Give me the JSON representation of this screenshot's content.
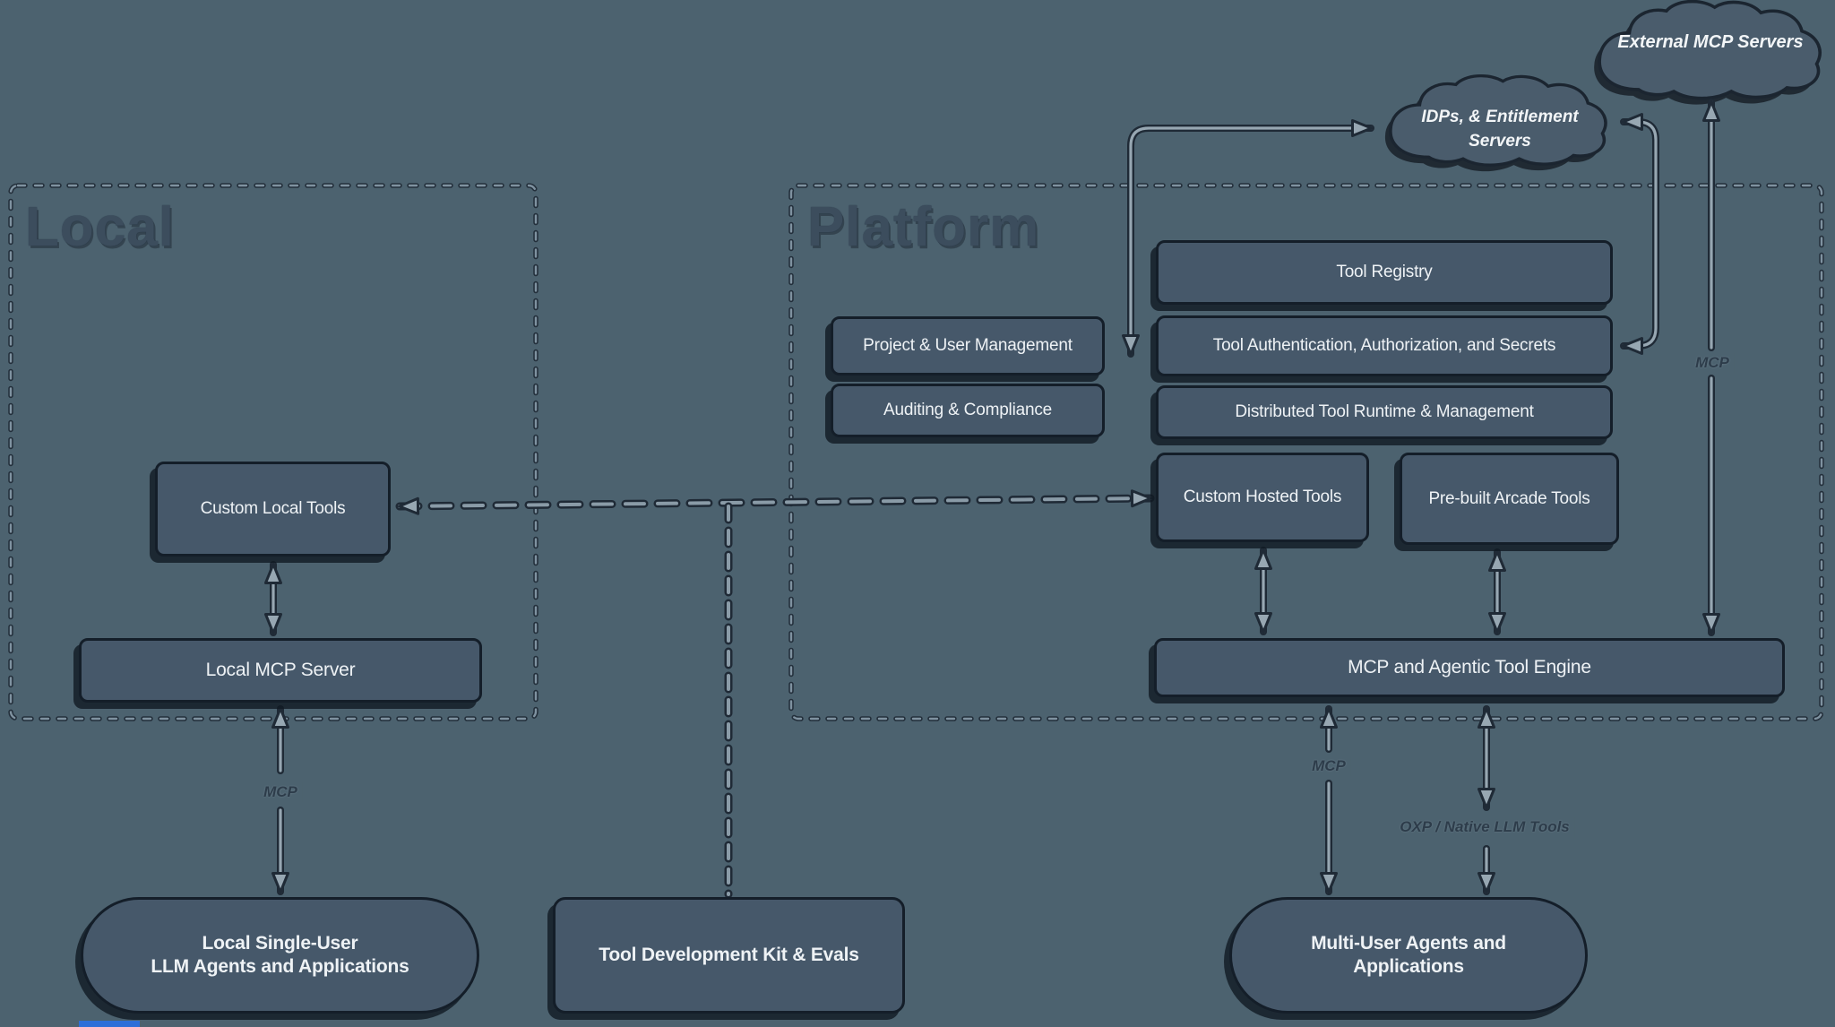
{
  "sections": {
    "local": {
      "title": "Local"
    },
    "platform": {
      "title": "Platform"
    }
  },
  "clouds": {
    "external": {
      "label": "External MCP Servers"
    },
    "idps": {
      "line1": "IDPs, & Entitlement",
      "line2": "Servers"
    }
  },
  "boxes": {
    "custom_local_tools": {
      "label": "Custom Local Tools"
    },
    "local_mcp_server": {
      "label": "Local MCP Server"
    },
    "local_agents": {
      "line1": "Local Single-User",
      "line2": "LLM Agents and Applications"
    },
    "tdk": {
      "label": "Tool Development Kit & Evals"
    },
    "project_user_mgmt": {
      "label": "Project & User Management"
    },
    "auditing_compliance": {
      "label": "Auditing & Compliance"
    },
    "tool_registry": {
      "label": "Tool Registry"
    },
    "tool_auth": {
      "label": "Tool Authentication, Authorization, and Secrets"
    },
    "distributed_runtime": {
      "label": "Distributed Tool Runtime & Management"
    },
    "custom_hosted": {
      "label": "Custom Hosted Tools"
    },
    "prebuilt_arcade": {
      "label": "Pre-built Arcade Tools"
    },
    "engine": {
      "label": "MCP and Agentic Tool Engine"
    },
    "multi_agents": {
      "line1": "Multi-User Agents and",
      "line2": "Applications"
    }
  },
  "edge_labels": {
    "mcp_local": "MCP",
    "mcp_engine": "MCP",
    "mcp_external": "MCP",
    "oxp": "OXP / Native LLM Tools"
  },
  "colors": {
    "background": "#4c626f",
    "box_fill": "#46586a",
    "box_border": "#141e29",
    "text_light": "#eef2f5",
    "text_dark": "#3c4d5d",
    "dash_light": "#8a9ba7",
    "dash_dark": "#1f2a36",
    "arrow_light": "#97a7b2"
  }
}
